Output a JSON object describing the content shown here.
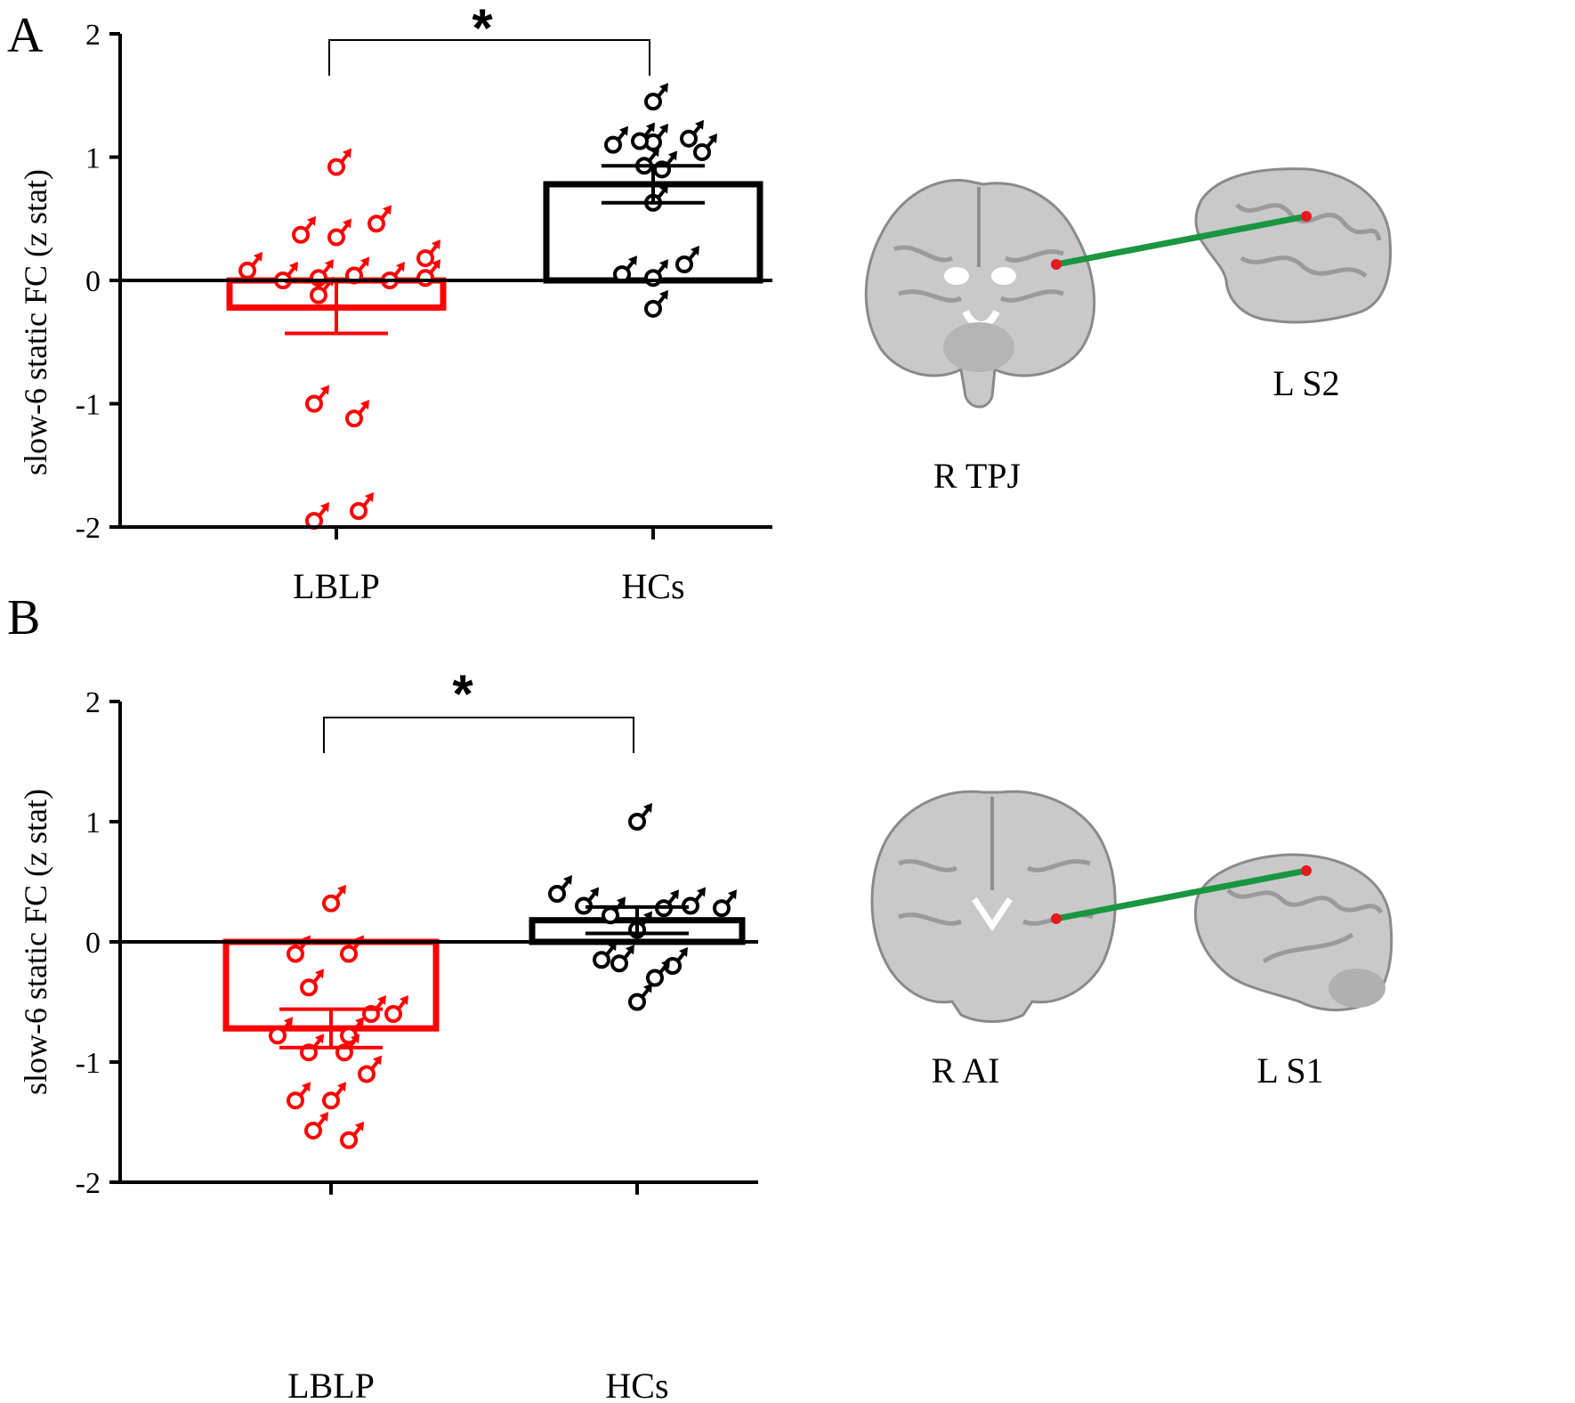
{
  "chart_data": [
    {
      "type": "bar",
      "panel": "A",
      "ylabel": "slow-6 static FC (z stat)",
      "ylim": [
        -2,
        2
      ],
      "yticks": [
        "-2",
        "-1",
        "0",
        "1",
        "2"
      ],
      "categories": [
        "LBLP",
        "HCs"
      ],
      "colors": [
        "#ff0000",
        "#000000"
      ],
      "means": [
        -0.22,
        0.78
      ],
      "sem": [
        0.21,
        0.15
      ],
      "significance": "*",
      "points": [
        [
          -1.95,
          -1.87,
          -1.0,
          -1.12,
          0.92,
          0.37,
          0.35,
          0.46,
          0.08,
          0.0,
          0.02,
          0.04,
          0.0,
          0.02,
          0.18,
          -0.12
        ],
        [
          1.45,
          1.1,
          1.12,
          1.15,
          1.13,
          1.04,
          0.93,
          0.9,
          0.63,
          0.05,
          0.02,
          0.13,
          -0.23
        ]
      ],
      "regions": [
        "R TPJ",
        "L S2"
      ]
    },
    {
      "type": "bar",
      "panel": "B",
      "ylabel": "slow-6 static FC (z stat)",
      "ylim": [
        -2,
        2
      ],
      "yticks": [
        "-2",
        "-1",
        "0",
        "1",
        "2"
      ],
      "categories": [
        "LBLP",
        "HCs"
      ],
      "colors": [
        "#ff0000",
        "#000000"
      ],
      "means": [
        -0.72,
        0.18
      ],
      "sem": [
        0.16,
        0.11
      ],
      "significance": "*",
      "points": [
        [
          0.32,
          -0.1,
          -0.1,
          -0.38,
          -0.6,
          -0.6,
          -0.78,
          -0.78,
          -0.92,
          -0.92,
          -1.1,
          -1.32,
          -1.32,
          -1.57,
          -1.65
        ],
        [
          1.0,
          0.4,
          0.3,
          0.22,
          0.28,
          0.3,
          0.28,
          0.1,
          -0.15,
          -0.2,
          -0.18,
          -0.3,
          -0.5
        ]
      ],
      "regions": [
        "R AI",
        "L S1"
      ]
    }
  ]
}
